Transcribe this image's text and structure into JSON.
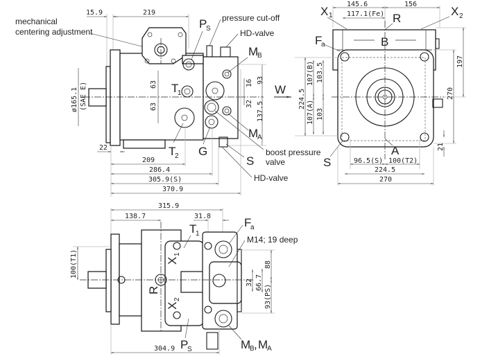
{
  "title": "Axial piston variable pump - unit dimensions (3 views)",
  "views": {
    "side_view": {
      "dimensions_top": [
        "15.9",
        "219"
      ],
      "dimensions_bottom": [
        "22",
        "209",
        "286.4",
        "305.9(S)",
        "370.9"
      ],
      "dimensions_left": [
        "ø165.1",
        "(SAE E)"
      ],
      "dimensions_vertical": [
        "63",
        "63",
        "16",
        "93",
        "32",
        "137.5"
      ],
      "callouts": {
        "mechanical_centering": "mechanical\ncentering adjustment",
        "mechanical_centering_line1": "mechanical",
        "mechanical_centering_line2": "centering adjustment",
        "pressure_cutoff": "pressure cut-off",
        "hd_valve_top": "HD-valve",
        "boost_line1": "boost pressure",
        "boost_line2": "valve",
        "hd_valve_bottom": "HD-valve"
      },
      "ports": {
        "Ps": {
          "main": "P",
          "sub": "S"
        },
        "T1": {
          "main": "T",
          "sub": "1"
        },
        "T2": {
          "main": "T",
          "sub": "2"
        },
        "G": {
          "main": "G",
          "sub": ""
        },
        "S": {
          "main": "S",
          "sub": ""
        },
        "MB": {
          "main": "M",
          "sub": "B"
        },
        "MA": {
          "main": "M",
          "sub": "A"
        }
      }
    },
    "front_view": {
      "dimensions_top": [
        "145.6",
        "156",
        "117.1(Fe)"
      ],
      "dimensions_left": [
        "224.5",
        "107(B)",
        "103.5",
        "107(A)",
        "103"
      ],
      "dimensions_right": [
        "197",
        "270",
        "21"
      ],
      "dimensions_bottom": [
        "96.5(S)",
        "100(T2)",
        "224.5",
        "270"
      ],
      "view_arrow": "W",
      "ports": {
        "X1": {
          "main": "X",
          "sub": "1"
        },
        "X2": {
          "main": "X",
          "sub": "2"
        },
        "R": {
          "main": "R",
          "sub": ""
        },
        "Fa": {
          "main": "F",
          "sub": "a"
        },
        "B": {
          "main": "B",
          "sub": ""
        },
        "A": {
          "main": "A",
          "sub": ""
        },
        "S": {
          "main": "S",
          "sub": ""
        }
      }
    },
    "top_view": {
      "dimensions_top": [
        "315.9",
        "138.7",
        "31.8"
      ],
      "dimensions_left": [
        "100(T1)"
      ],
      "dimensions_right": [
        "88",
        "32",
        "66.7",
        "93(PS)"
      ],
      "dimensions_bottom": [
        "304.9"
      ],
      "callouts": {
        "thread": "M14; 19 deep"
      },
      "ports": {
        "T1": {
          "main": "T",
          "sub": "1"
        },
        "Fa": {
          "main": "F",
          "sub": "a"
        },
        "X1": {
          "main": "X",
          "sub": "1"
        },
        "X2": {
          "main": "X",
          "sub": "2"
        },
        "R": {
          "main": "R",
          "sub": ""
        },
        "Ps": {
          "main": "P",
          "sub": "S"
        },
        "MB_MA": {
          "main1": "M",
          "sub1": "B",
          "sep": ",",
          "main2": "M",
          "sub2": "A"
        }
      }
    }
  }
}
